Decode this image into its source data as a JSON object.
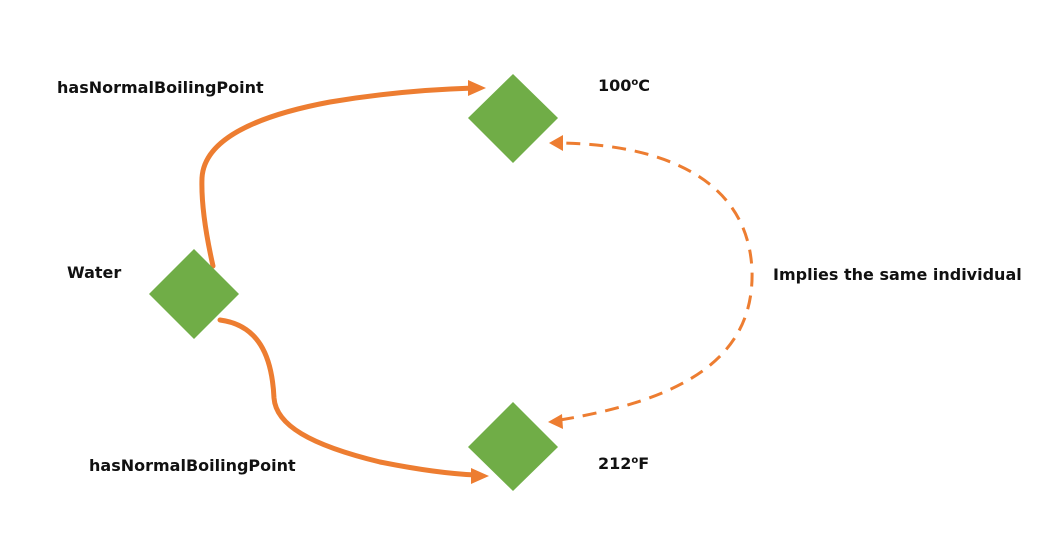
{
  "colors": {
    "node_fill": "#70ad47",
    "edge": "#ed7d31",
    "text": "#111111"
  },
  "edges": {
    "top_property": "hasNormalBoilingPoint",
    "bottom_property": "hasNormalBoilingPoint",
    "implication": "Implies the same individual"
  },
  "nodes": {
    "water": {
      "label": "Water"
    },
    "celsius": {
      "value": "100",
      "unit_super": "o",
      "unit": "C"
    },
    "fahrenheit": {
      "value": "212",
      "unit_super": "o",
      "unit": "F"
    }
  }
}
